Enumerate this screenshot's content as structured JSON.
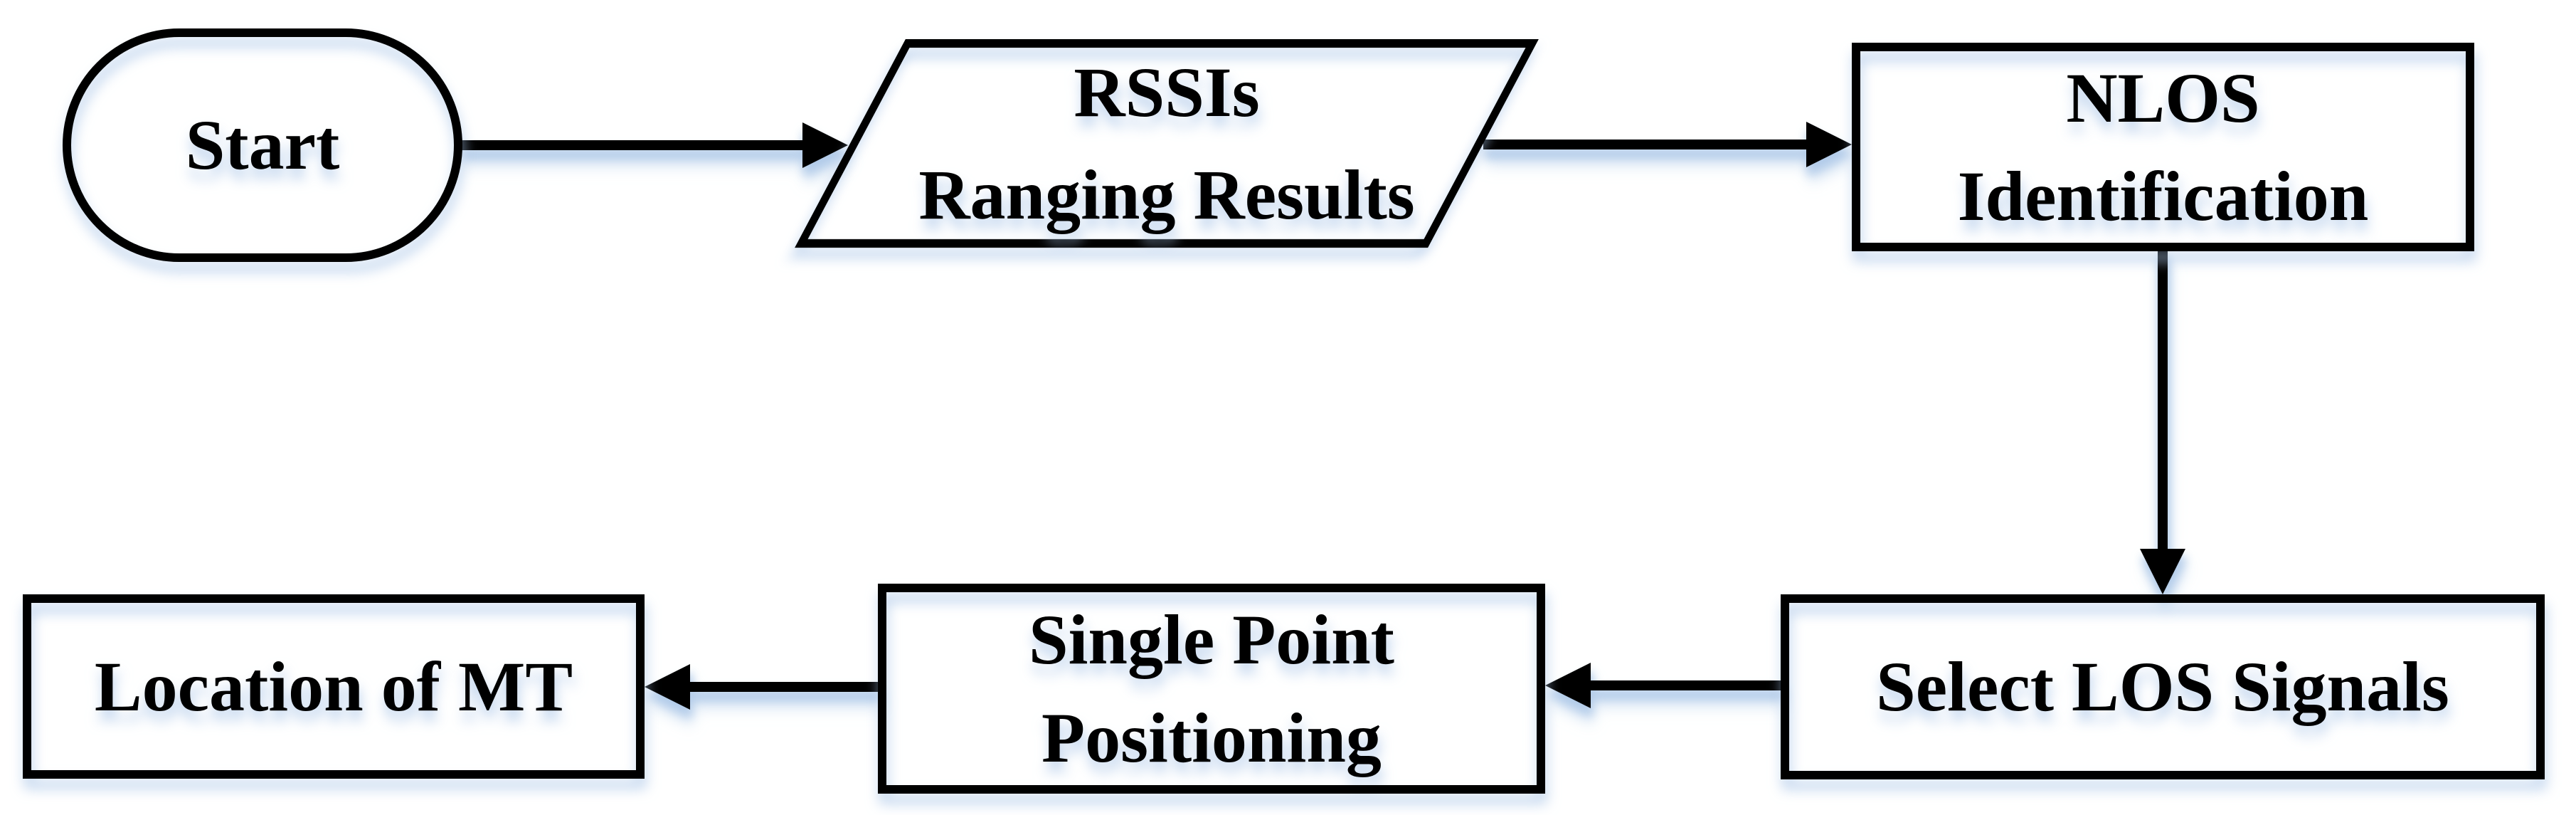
{
  "diagram": {
    "colors": {
      "background": "#ffffff",
      "stroke": "#000000",
      "text": "#000000",
      "shadow": "#cfdff2"
    },
    "nodes": {
      "start": {
        "type": "terminator",
        "lines": [
          "Start"
        ]
      },
      "rssis": {
        "type": "parallelogram",
        "lines": [
          "RSSIs",
          "Ranging Results"
        ]
      },
      "nlos": {
        "type": "process",
        "lines": [
          "NLOS",
          "Identification"
        ]
      },
      "select_los": {
        "type": "process",
        "lines": [
          "Select LOS Signals"
        ]
      },
      "single_point": {
        "type": "process",
        "lines": [
          "Single Point",
          "Positioning"
        ]
      },
      "location_mt": {
        "type": "process",
        "lines": [
          "Location of MT"
        ]
      }
    },
    "edges": [
      {
        "from": "start",
        "to": "rssis"
      },
      {
        "from": "rssis",
        "to": "nlos"
      },
      {
        "from": "nlos",
        "to": "select_los"
      },
      {
        "from": "select_los",
        "to": "single_point"
      },
      {
        "from": "single_point",
        "to": "location_mt"
      }
    ]
  }
}
